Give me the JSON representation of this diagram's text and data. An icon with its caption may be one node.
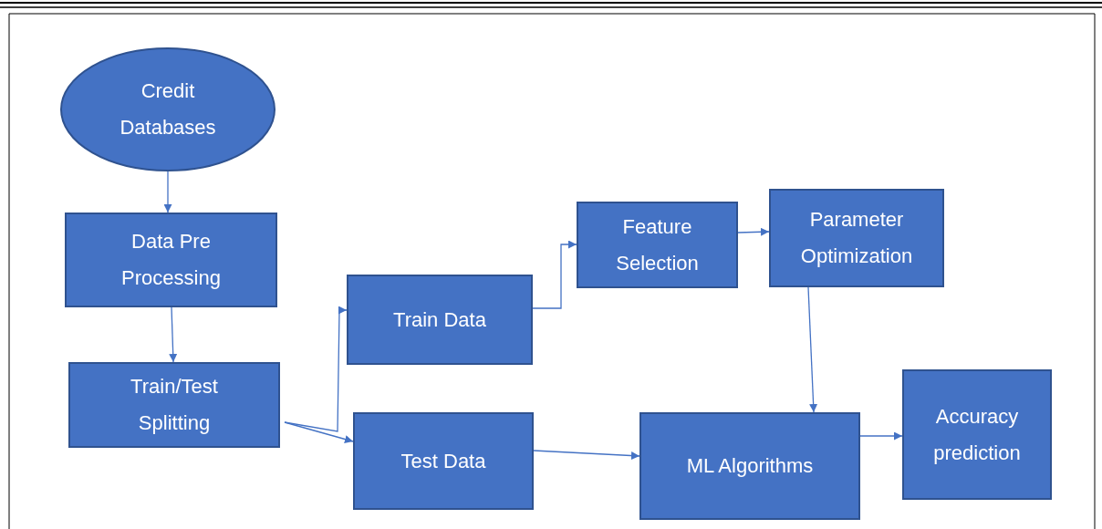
{
  "diagram": {
    "nodes": [
      {
        "text": [
          "Credit Databases"
        ]
      },
      {
        "text": [
          "Data Pre Processing"
        ]
      },
      {
        "text": [
          "Train/Test Splitting"
        ]
      },
      {
        "text": [
          "Train Data"
        ]
      },
      {
        "text": [
          "Test Data"
        ]
      },
      {
        "text": [
          "Feature Selection"
        ]
      },
      {
        "text": [
          "Parameter Optimization"
        ]
      },
      {
        "text": [
          "ML Algorithms"
        ]
      },
      {
        "text": [
          "Accuracy prediction"
        ]
      }
    ],
    "edges": [
      {
        "from": 0,
        "to": 1,
        "arrow": "to"
      },
      {
        "from": 1,
        "to": 2,
        "arrow": "to"
      },
      {
        "from": 2,
        "to": 3,
        "arrow": "to"
      },
      {
        "from": 2,
        "to": 4,
        "arrow": "to"
      },
      {
        "from": 3,
        "to": 5,
        "arrow": "to"
      },
      {
        "from": 5,
        "to": 6,
        "arrow": "to"
      },
      {
        "from": 6,
        "to": 7,
        "arrow": "to"
      },
      {
        "from": 4,
        "to": 7,
        "arrow": "to"
      },
      {
        "from": 7,
        "to": 8,
        "arrow": "to"
      }
    ]
  }
}
